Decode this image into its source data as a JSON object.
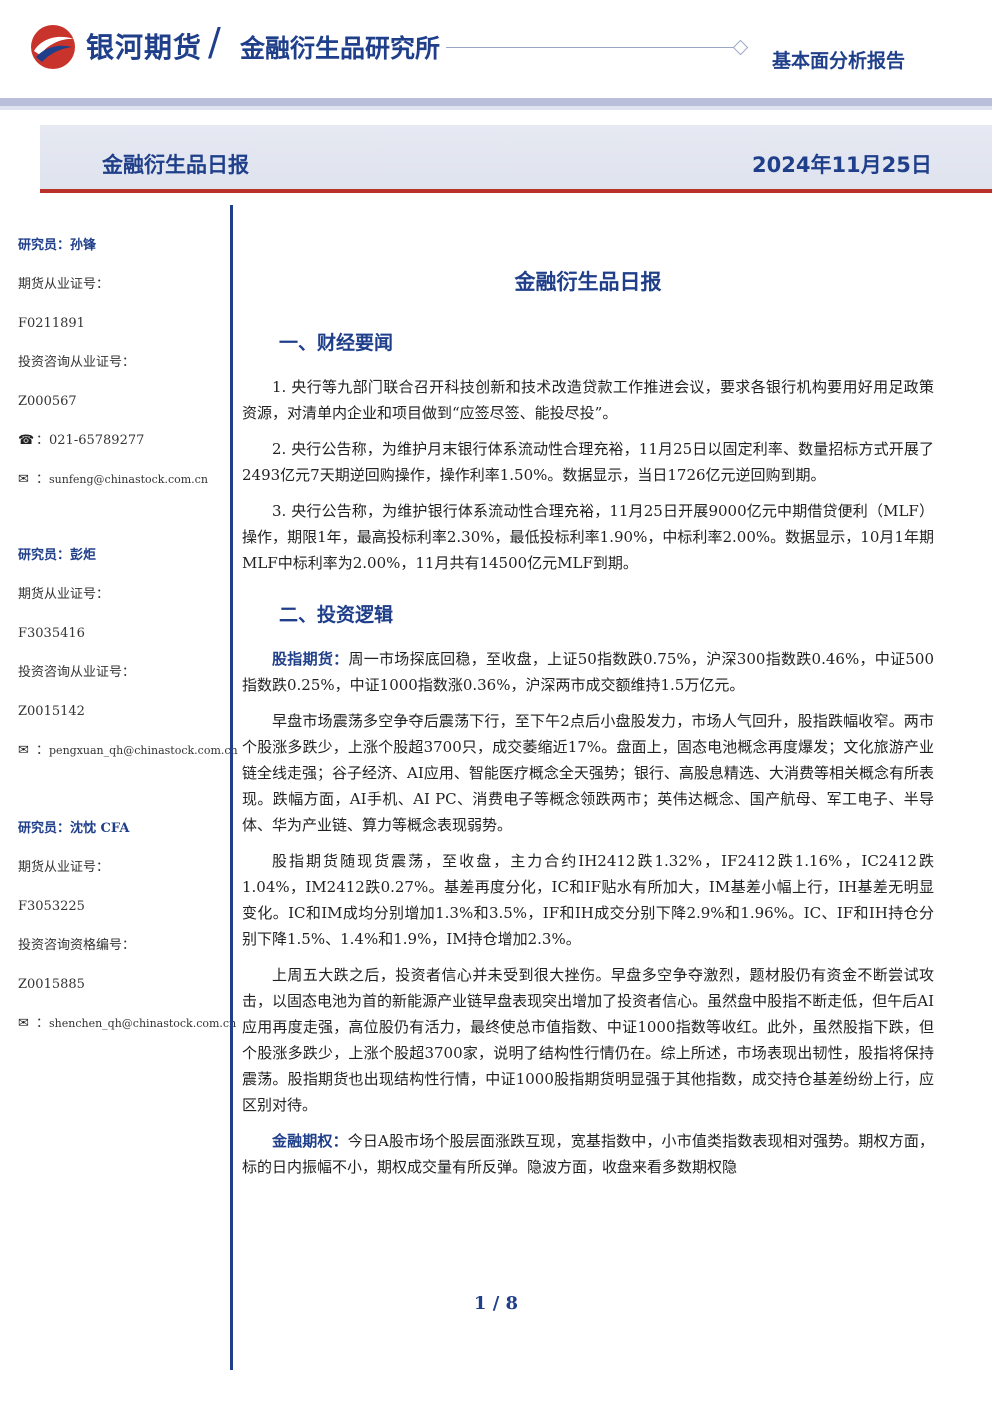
{
  "header": {
    "brand": "银河期货",
    "institute": "金融衍生品研究所",
    "report_type": "基本面分析报告",
    "colors": {
      "primary": "#1f3f8a",
      "accent": "#b8322a"
    }
  },
  "title_bar": {
    "left": "金融衍生品日报",
    "right": "2024年11月25日"
  },
  "researchers": [
    {
      "label": "研究员：孙锋",
      "cert_label": "期货从业证号：",
      "cert_value": "F0211891",
      "advisor_label": "投资咨询从业证号：",
      "advisor_value": "Z000567",
      "phone": "021-65789277",
      "email": "sunfeng@chinastock.com.cn"
    },
    {
      "label": "研究员：彭炬",
      "cert_label": "期货从业证号：",
      "cert_value": "F3035416",
      "advisor_label": "投资咨询从业证号：",
      "advisor_value": "Z0015142",
      "email": "pengxuan_qh@chinastock.com.cn"
    },
    {
      "label": "研究员：沈忱 CFA",
      "cert_label": "期货从业证号：",
      "cert_value": "F3053225",
      "advisor_label": "投资咨询资格编号：",
      "advisor_value": "Z0015885",
      "email": "shenchen_qh@chinastock.com.cn"
    }
  ],
  "main": {
    "doc_title": "金融衍生品日报",
    "section1_title": "一、财经要闻",
    "news": [
      "1. 央行等九部门联合召开科技创新和技术改造贷款工作推进会议，要求各银行机构要用好用足政策资源，对清单内企业和项目做到“应签尽签、能投尽投”。",
      "2. 央行公告称，为维护月末银行体系流动性合理充裕，11月25日以固定利率、数量招标方式开展了2493亿元7天期逆回购操作，操作利率1.50%。数据显示，当日1726亿元逆回购到期。",
      "3. 央行公告称，为维护银行体系流动性合理充裕，11月25日开展9000亿元中期借贷便利（MLF）操作，期限1年，最高投标利率2.30%，最低投标利率1.90%，中标利率2.00%。数据显示，10月1年期MLF中标利率为2.00%，11月共有14500亿元MLF到期。"
    ],
    "section2_title": "二、投资逻辑",
    "p1_lead": "股指期货：",
    "p1_text": "周一市场探底回稳，至收盘，上证50指数跌0.75%，沪深300指数跌0.46%，中证500指数跌0.25%，中证1000指数涨0.36%，沪深两市成交额维持1.5万亿元。",
    "p2": "早盘市场震荡多空争夺后震荡下行，至下午2点后小盘股发力，市场人气回升，股指跌幅收窄。两市个股涨多跌少，上涨个股超3700只，成交萎缩近17%。盘面上，固态电池概念再度爆发；文化旅游产业链全线走强；谷子经济、AI应用、智能医疗概念全天强势；银行、高股息精选、大消费等相关概念有所表现。跌幅方面，AI手机、AI PC、消费电子等概念领跌两市；英伟达概念、国产航母、军工电子、半导体、华为产业链、算力等概念表现弱势。",
    "p3": "股指期货随现货震荡，至收盘，主力合约IH2412跌1.32%，IF2412跌1.16%，IC2412跌1.04%，IM2412跌0.27%。基差再度分化，IC和IF贴水有所加大，IM基差小幅上行，IH基差无明显变化。IC和IM成均分别增加1.3%和3.5%，IF和IH成交分别下降2.9%和1.96%。IC、IF和IH持仓分别下降1.5%、1.4%和1.9%，IM持仓增加2.3%。",
    "p4": "上周五大跌之后，投资者信心并未受到很大挫伤。早盘多空争夺激烈，题材股仍有资金不断尝试攻击，以固态电池为首的新能源产业链早盘表现突出增加了投资者信心。虽然盘中股指不断走低，但午后AI应用再度走强，高位股仍有活力，最终使总市值指数、中证1000指数等收红。此外，虽然股指下跌，但个股涨多跌少，上涨个股超3700家，说明了结构性行情仍在。综上所述，市场表现出韧性，股指将保持震荡。股指期货也出现结构性行情，中证1000股指期货明显强于其他指数，成交持仓基差纷纷上行，应区别对待。",
    "p5_lead": "金融期权：",
    "p5_text": "今日A股市场个股层面涨跌互现，宽基指数中，小市值类指数表现相对强势。期权方面，标的日内振幅不小，期权成交量有所反弹。隐波方面，收盘来看多数期权隐"
  },
  "page_num": "1 / 8"
}
